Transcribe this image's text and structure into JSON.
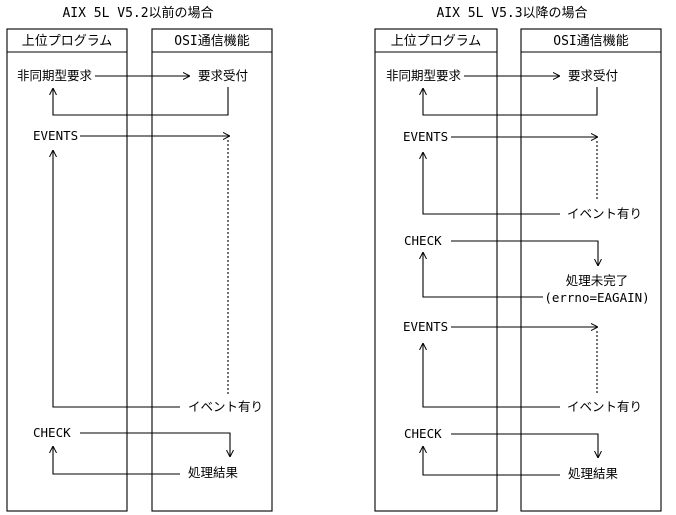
{
  "left_panel": {
    "title": "AIX 5L V5.2以前の場合",
    "header_app": "上位プログラム",
    "header_osi": "OSI通信機能",
    "labels": {
      "async_request": "非同期型要求",
      "request_accepted": "要求受付",
      "events": "EVENTS",
      "event_occurred": "イベント有り",
      "check": "CHECK",
      "process_result": "処理結果"
    }
  },
  "right_panel": {
    "title": "AIX 5L V5.3以降の場合",
    "header_app": "上位プログラム",
    "header_osi": "OSI通信機能",
    "labels": {
      "async_request": "非同期型要求",
      "request_accepted": "要求受付",
      "events_1": "EVENTS",
      "event_occurred_1": "イベント有り",
      "check_1": "CHECK",
      "not_complete": "処理未完了",
      "errno": "(errno=EAGAIN)",
      "events_2": "EVENTS",
      "event_occurred_2": "イベント有り",
      "check_2": "CHECK",
      "process_result": "処理結果"
    }
  }
}
